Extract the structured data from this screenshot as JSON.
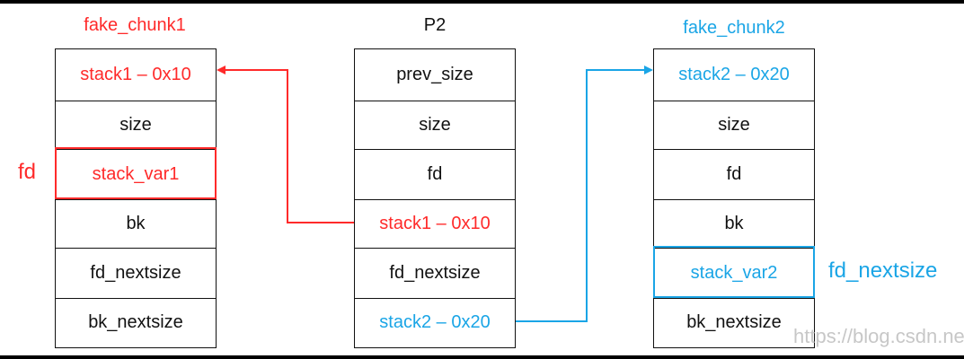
{
  "chunk1": {
    "title": "fake_chunk1",
    "cells": [
      "stack1 – 0x10",
      "size",
      "stack_var1",
      "bk",
      "fd_nextsize",
      "bk_nextsize"
    ],
    "side_label": "fd"
  },
  "p2": {
    "title": "P2",
    "cells": [
      "prev_size",
      "size",
      "fd",
      "stack1 – 0x10",
      "fd_nextsize",
      "stack2 – 0x20"
    ]
  },
  "chunk2": {
    "title": "fake_chunk2",
    "cells": [
      "stack2 – 0x20",
      "size",
      "fd",
      "bk",
      "stack_var2",
      "bk_nextsize"
    ],
    "side_label": "fd_nextsize"
  },
  "watermark": "https://blog.csdn.ne",
  "colors": {
    "red": "#ff2a2a",
    "blue": "#1aa5e6",
    "border": "#111111"
  }
}
